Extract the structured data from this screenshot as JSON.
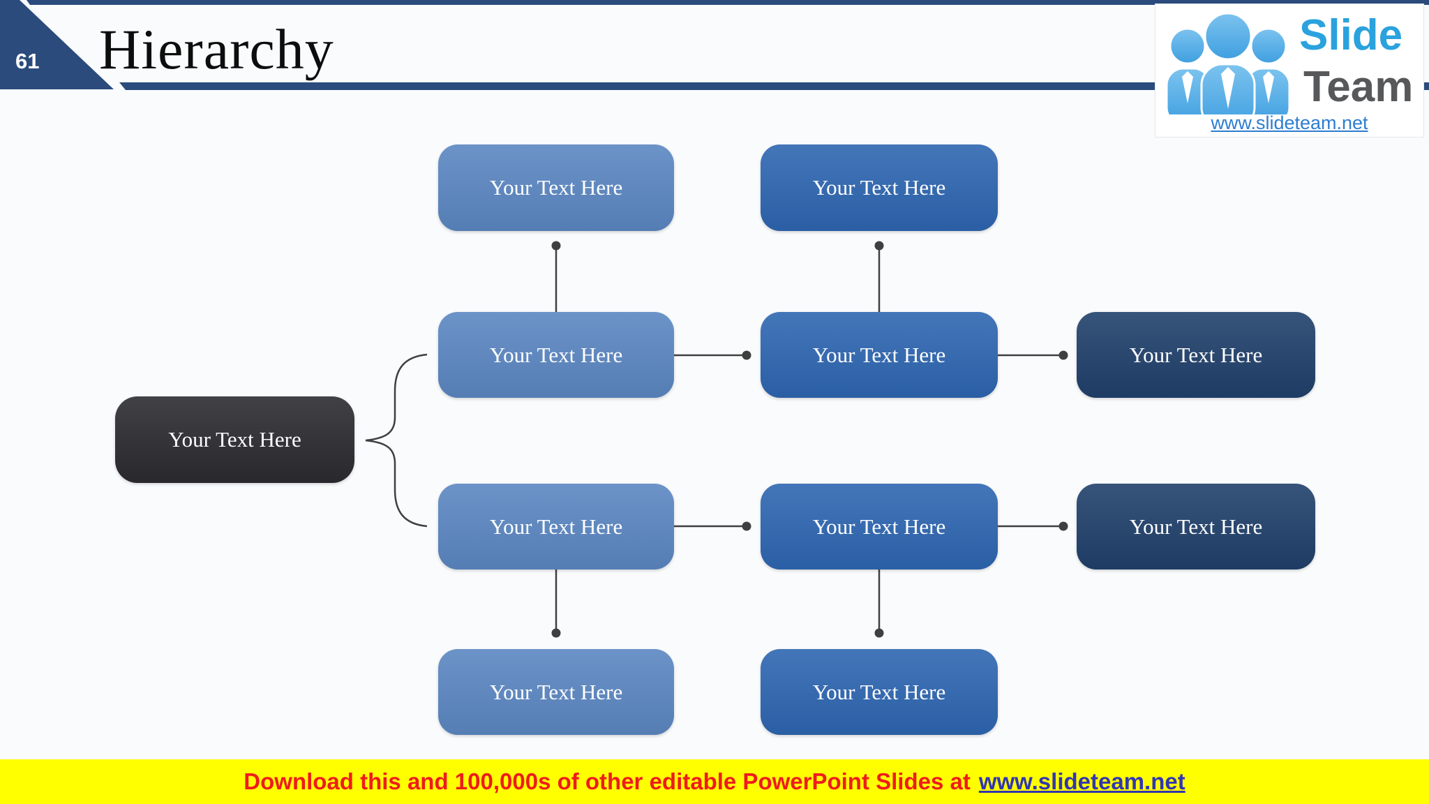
{
  "header": {
    "page_number": "61",
    "title": "Hierarchy",
    "title_color": "#0d0d0d",
    "accent_color": "#2a4b7c"
  },
  "logo": {
    "brand_top": "Slide",
    "brand_bottom": "Team",
    "url": "www.slideteam.net",
    "brand_top_color": "#2aa2de",
    "brand_bottom_color": "#57585a",
    "url_color": "#2d7dd2",
    "people_color_main": "#3f9fe0",
    "people_color_light": "#7cc3ef"
  },
  "diagram": {
    "palette": {
      "charcoal": "#2c2b30",
      "light": "#5b87c2",
      "mid": "#2e66b1",
      "dark": "#20406b",
      "connector": "#3f3f3f"
    },
    "nodes": [
      {
        "id": "root",
        "label": "Your Text Here",
        "role": "charcoal"
      },
      {
        "id": "top-1",
        "label": "Your Text Here",
        "role": "light"
      },
      {
        "id": "top-2",
        "label": "Your Text Here",
        "role": "mid"
      },
      {
        "id": "mid1-1",
        "label": "Your Text Here",
        "role": "light"
      },
      {
        "id": "mid1-2",
        "label": "Your Text Here",
        "role": "mid"
      },
      {
        "id": "mid1-3",
        "label": "Your Text Here",
        "role": "dark"
      },
      {
        "id": "mid2-1",
        "label": "Your Text Here",
        "role": "light"
      },
      {
        "id": "mid2-2",
        "label": "Your Text Here",
        "role": "mid"
      },
      {
        "id": "mid2-3",
        "label": "Your Text Here",
        "role": "dark"
      },
      {
        "id": "bottom-1",
        "label": "Your Text Here",
        "role": "light"
      },
      {
        "id": "bottom-2",
        "label": "Your Text Here",
        "role": "mid"
      }
    ]
  },
  "banner": {
    "message": "Download this and 100,000s of other editable PowerPoint Slides at",
    "link": "www.slideteam.net",
    "background": "#ffff00",
    "message_color": "#ee1c1c",
    "link_color": "#3236b0"
  }
}
